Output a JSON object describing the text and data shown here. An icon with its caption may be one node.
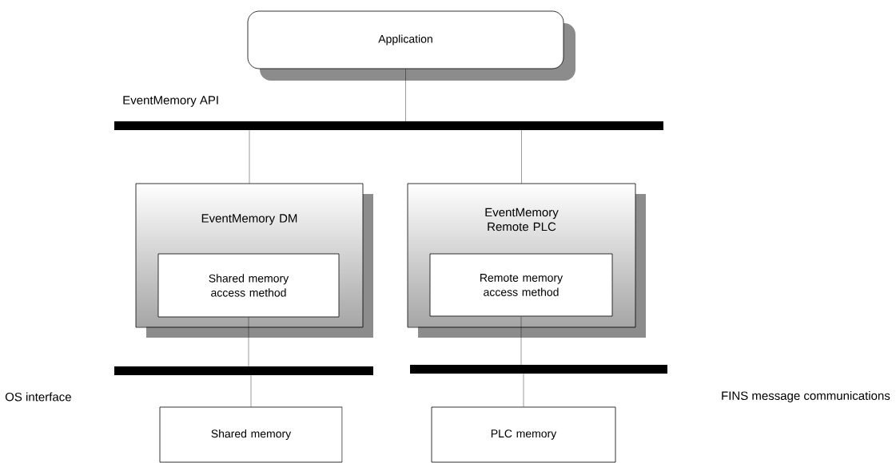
{
  "diagram": {
    "nodes": [
      {
        "text": [
          "Application"
        ]
      },
      {
        "text": [],
        "shape": "bar"
      },
      {
        "text": [
          "EventMemory DM"
        ]
      },
      {
        "text": [
          "Shared memory access method"
        ],
        "in": 2
      },
      {
        "text": [
          "EventMemory Remote PLC"
        ]
      },
      {
        "text": [
          "Remote memory access method"
        ],
        "in": 4
      },
      {
        "text": [],
        "shape": "bar"
      },
      {
        "text": [],
        "shape": "bar"
      },
      {
        "text": [
          "Shared memory"
        ]
      },
      {
        "text": [
          "PLC memory"
        ]
      }
    ],
    "edges": [
      {
        "from": 0,
        "to": 1,
        "arrow": "none"
      },
      {
        "from": 1,
        "to": 2,
        "arrow": "none"
      },
      {
        "from": 1,
        "to": 4,
        "arrow": "none"
      },
      {
        "from": 3,
        "to": 6,
        "arrow": "none"
      },
      {
        "from": 6,
        "to": 8,
        "arrow": "none"
      },
      {
        "from": 5,
        "to": 7,
        "arrow": "none"
      },
      {
        "from": 7,
        "to": 9,
        "arrow": "none"
      }
    ],
    "labels": [
      "EventMemory API",
      "OS interface",
      "FINS message communications"
    ]
  }
}
